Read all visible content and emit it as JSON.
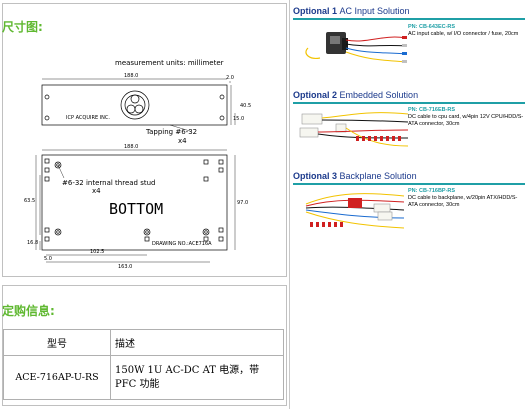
{
  "left": {
    "dim_heading": "尺寸图:",
    "units": "measurement units: millimeter",
    "top_view": {
      "dims": [
        "188.0",
        "2.0",
        "40.5",
        "15.0"
      ],
      "brand": "ICP ACQUIRE INC.",
      "tapping": "Tapping #6-32",
      "tapping_count": "x4"
    },
    "bottom_view": {
      "dims": [
        "188.0",
        "63.5",
        "97.0",
        "16.8",
        "102.5",
        "5.0",
        "163.0"
      ],
      "stud_label": "#6-32 internal thread stud",
      "stud_count": "x4",
      "title": "BOTTOM",
      "drawing_no": "DRAWING NO.:ACE716A"
    },
    "order_heading": "定购信息:",
    "table": {
      "headers": [
        "型号",
        "描述"
      ],
      "rows": [
        {
          "model": "ACE-716AP-U-RS",
          "desc": "150W 1U AC-DC AT 电源，带PFC 功能"
        }
      ]
    }
  },
  "right": {
    "options": [
      {
        "prefix": "Optional 1 ",
        "name": "AC Input Solution",
        "pn": "PN: CB-643EC-RS",
        "desc": "AC input cable, w/ I/O connector / fuse, 20cm"
      },
      {
        "prefix": "Optional 2 ",
        "name": "Embedded Solution",
        "pn": "PN: CB-716EB-RS",
        "desc": "DC cable to cpu card, w/4pin 12V CPU/HDD/S-ATA connector, 30cm"
      },
      {
        "prefix": "Optional 3 ",
        "name": "Backplane Solution",
        "pn": "PN: CB-716BP-RS",
        "desc": "DC cable to backplane, w/20pin ATX/HDD/S-ATA connector, 30cm"
      }
    ],
    "colors": {
      "title": "#1c3a8c",
      "accent": "#1f9fa6"
    }
  }
}
